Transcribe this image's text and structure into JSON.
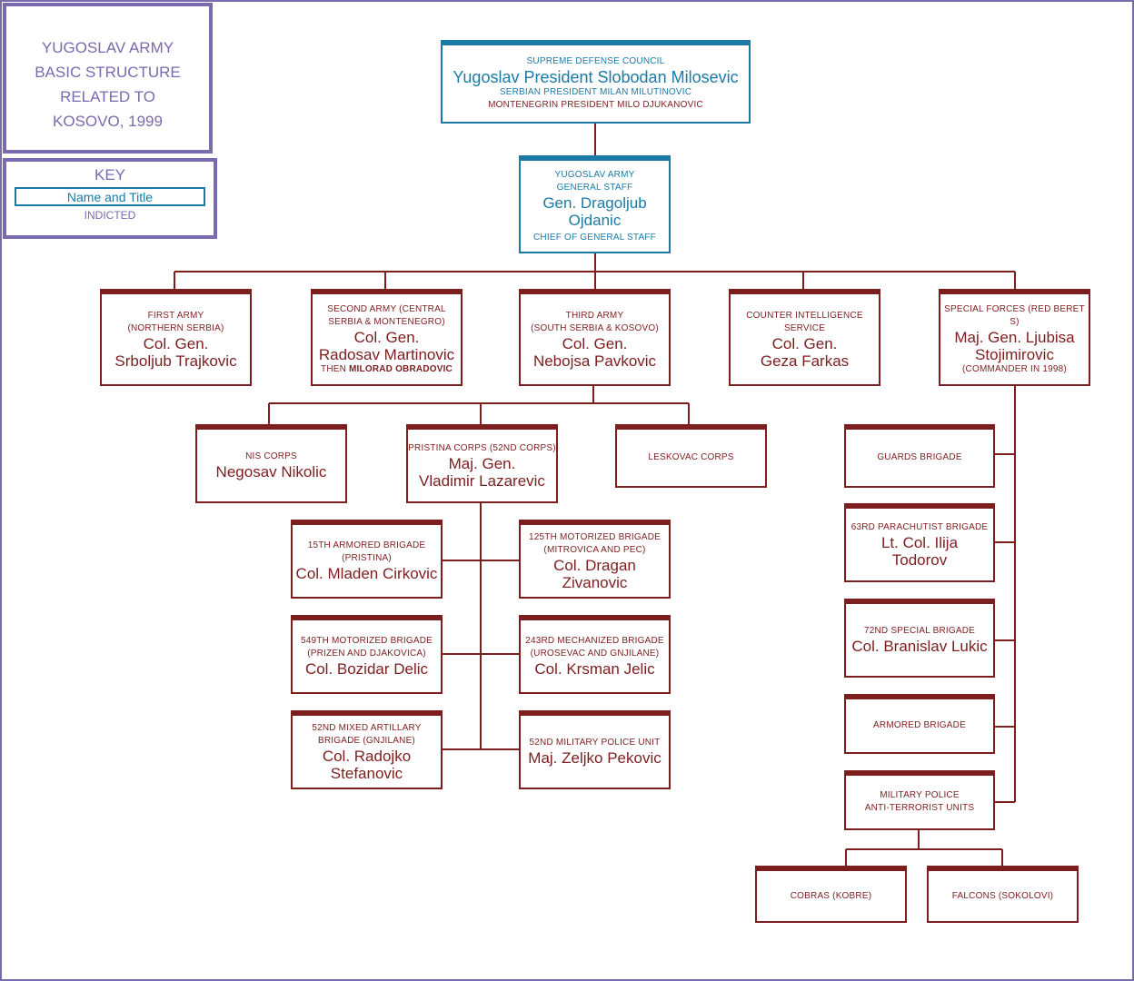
{
  "title": {
    "line1": "YUGOSLAV ARMY",
    "line2": "BASIC  STRUCTURE",
    "line3": "RELATED TO",
    "line4": "KOSOVO, 1999"
  },
  "key": {
    "heading": "KEY",
    "sample_label": "Name and Title",
    "indicted_label": "INDICTED"
  },
  "colors": {
    "indicted": "#1b7aa6",
    "unit": "#7d1e1e",
    "frame": "#7a6aae"
  },
  "nodes": {
    "sdc": {
      "title": "SUPREME  DEFENSE  COUNCIL",
      "name": "Yugoslav  President  Slobodan  Milosevic",
      "line3": "SERBIAN  PRESIDENT  MILAN  MILUTINOVIC",
      "line4": "MONTENEGRIN PRESIDENT  MILO DJUKANOVIC"
    },
    "general_staff": {
      "title1": "YUGOSLAV ARMY",
      "title2": "GENERAL STAFF",
      "name1": "Gen.  Dragoljub",
      "name2": "Ojdanic",
      "subtitle": "CHIEF OF GENERAL STAFF"
    },
    "first_army": {
      "title1": "FIRST ARMY",
      "title2": "(NORTHERN SERBIA)",
      "name1": "Col.  Gen.",
      "name2": "Srboljub  Trajkovic"
    },
    "second_army": {
      "title1": "SECOND ARMY (CENTRAL",
      "title2": "SERBIA  &  MONTENEGRO)",
      "name1": "Col.  Gen.",
      "name2": "Radosav  Martinovic",
      "then": "THEN",
      "then_name": "MILORAD OBRADOVIC"
    },
    "third_army": {
      "title1": "THIRD ARMY",
      "title2": "(SOUTH SERBIA  &  KOSOVO)",
      "name1": "Col.  Gen.",
      "name2": "Nebojsa  Pavkovic"
    },
    "counter_intel": {
      "title": "COUNTER INTELLIGENCE SERVICE",
      "name1": "Col.  Gen.",
      "name2": "Geza  Farkas"
    },
    "special_forces": {
      "title": "SPECIAL FORCES  (RED  BERET S)",
      "name1": "Maj.  Gen.  Ljubisa",
      "name2": "Stojimirovic",
      "subtitle": "(COMMANDER IN  1998)"
    },
    "nis_corps": {
      "title": "NIS  CORPS",
      "name": "Negosav  Nikolic"
    },
    "pristina_corps": {
      "title": "PRISTINA  CORPS  (52ND  CORPS)",
      "name1": "Maj.  Gen.",
      "name2": "Vladimir  Lazarevic"
    },
    "leskovac_corps": {
      "title": "LESKOVAC  CORPS"
    },
    "armored15": {
      "title1": "15TH ARMORED BRIGADE",
      "title2": "(PRISTINA)",
      "name": "Col. Mladen Cirkovic"
    },
    "motorized125": {
      "title1": "125TH MOTORIZED BRIGADE",
      "title2": "(MITROVICA AND PEC)",
      "name1": "Col.  Dragan",
      "name2": "Zivanovic"
    },
    "motorized549": {
      "title1": "549TH  MOTORIZED  BRIGADE",
      "title2": "(PRIZEN  AND  DJAKOVICA)",
      "name": "Col.  Bozidar  Delic"
    },
    "mechanized243": {
      "title1": "243RD  MECHANIZED BRIGADE",
      "title2": "(UROSEVAC AND  GNJILANE)",
      "name": "Col.  Krsman  Jelic"
    },
    "artillery52": {
      "title1": "52ND  MIXED  ARTILLARY",
      "title2": "BRIGADE  (GNJILANE)",
      "name1": "Col.  Radojko",
      "name2": "Stefanovic"
    },
    "mp52": {
      "title": "52ND  MILITARY  POLICE  UNIT",
      "name": "Maj.  Zeljko  Pekovic"
    },
    "guards": {
      "title": "GUARDS  BRIGADE"
    },
    "parachutist63": {
      "title": "63RD  PARACHUTIST  BRIGADE",
      "name1": "Lt.  Col.  Ilija",
      "name2": "Todorov"
    },
    "special72": {
      "title": "72ND  SPECIAL  BRIGADE",
      "name": "Col.  Branislav  Lukic"
    },
    "armored": {
      "title": "ARMORED  BRIGADE"
    },
    "military_police": {
      "title1": "MILITARY  POLICE",
      "title2": "ANTI-TERRORIST  UNITS"
    },
    "cobras": {
      "title": "COBRAS  (KOBRE)"
    },
    "falcons": {
      "title": "FALCONS  (SOKOLOVI)"
    }
  }
}
